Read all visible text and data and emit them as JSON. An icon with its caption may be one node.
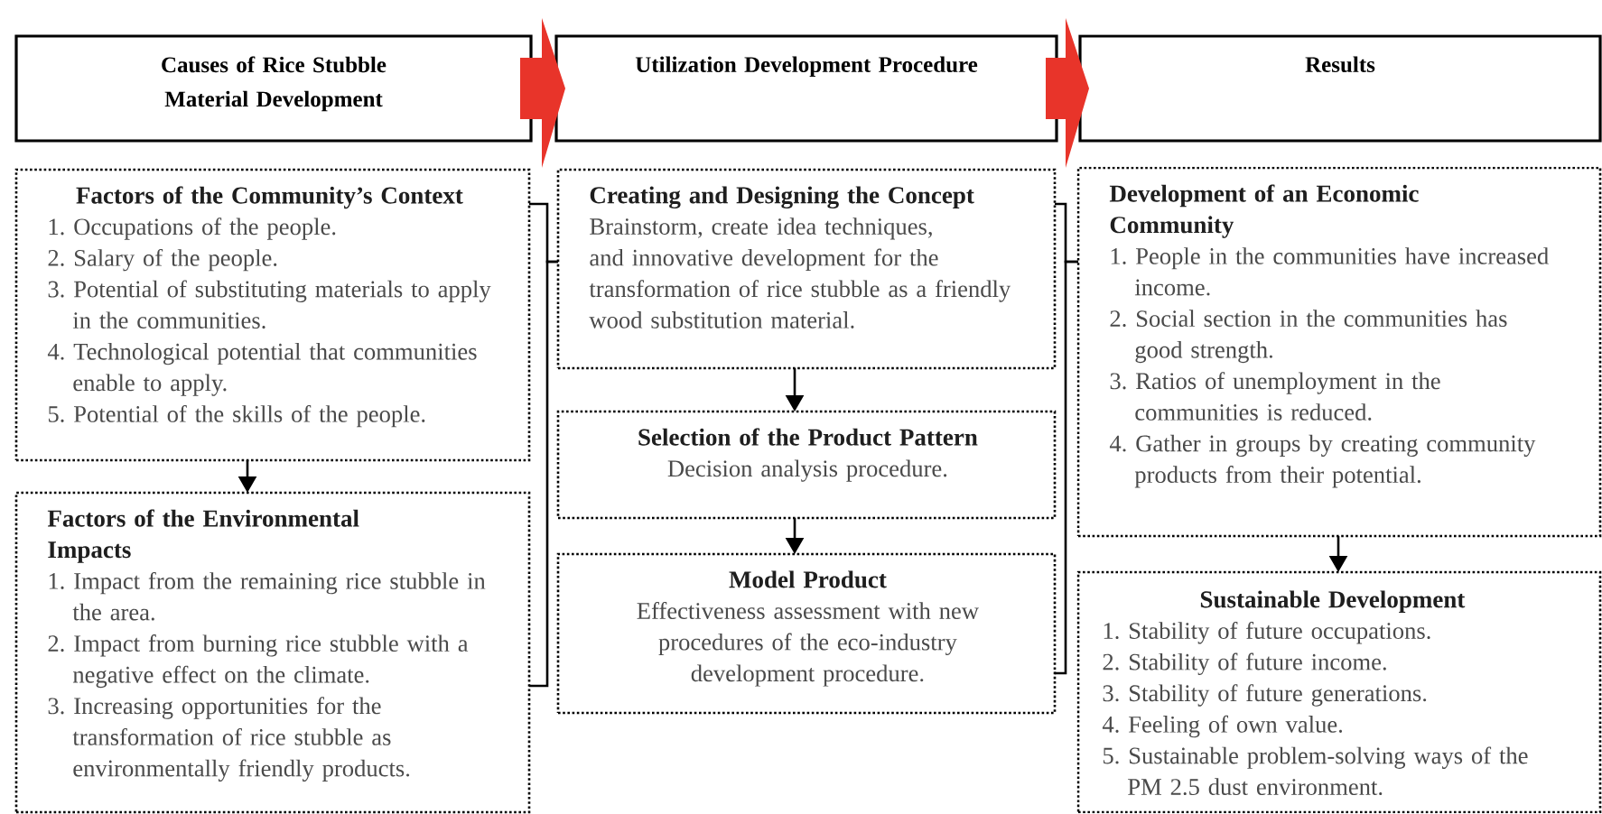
{
  "diagram": {
    "nodes": [
      {
        "text": [
          "Causes of Rice Stubble Material Development"
        ]
      },
      {
        "text": [
          "Utilization Development Procedure"
        ]
      },
      {
        "text": [
          "Results"
        ]
      },
      {
        "text": [
          "Factors of the Community’s Context",
          "1. Occupations of the people.",
          "2. Salary of the people.",
          "3. Potential of substituting materials to apply in the communities.",
          "4. Technological potential that communities enable to apply.",
          "5. Potential of the skills of the people."
        ]
      },
      {
        "text": [
          "Factors of the Environmental Impacts",
          "1. Impact from the remaining rice stubble in the area.",
          "2. Impact from burning rice stubble with a negative effect on the climate.",
          "3. Increasing opportunities for the transformation of rice stubble as environmentally friendly products."
        ]
      },
      {
        "text": [
          "Creating and Designing the Concept",
          "Brainstorm, create idea techniques, and innovative development for the transformation of rice stubble as a friendly wood substitution material."
        ]
      },
      {
        "text": [
          "Selection of the Product Pattern",
          "Decision analysis procedure."
        ]
      },
      {
        "text": [
          "Model Product",
          "Effectiveness assessment with new procedures of the eco-industry development procedure."
        ]
      },
      {
        "text": [
          "Development of an Economic Community",
          "1. People in the communities have increased income.",
          "2. Social section in the communities has good strength.",
          "3. Ratios of unemployment in the communities is reduced.",
          "4. Gather in groups by creating community products from their potential."
        ]
      },
      {
        "text": [
          "Sustainable Development",
          "1. Stability of future occupations.",
          "2. Stability of future income.",
          "3. Stability of future generations.",
          "4. Feeling of own value.",
          "5. Sustainable problem-solving ways of the PM 2.5 dust environment."
        ]
      }
    ],
    "edges": [
      {
        "from": 0,
        "to": 1,
        "arrow": "to",
        "style": "thick",
        "color": "#e8342a"
      },
      {
        "from": 1,
        "to": 2,
        "arrow": "to",
        "style": "thick",
        "color": "#e8342a"
      },
      {
        "from": 3,
        "to": 4,
        "arrow": "to"
      },
      {
        "from": 5,
        "to": 6,
        "arrow": "to"
      },
      {
        "from": 6,
        "to": 7,
        "arrow": "to"
      },
      {
        "from": 8,
        "to": 9,
        "arrow": "to"
      },
      {
        "from": 3,
        "to": 5,
        "arrow": "none"
      },
      {
        "from": 4,
        "to": 5,
        "arrow": "none"
      },
      {
        "from": 5,
        "to": 8,
        "arrow": "none"
      },
      {
        "from": 7,
        "to": 8,
        "arrow": "none"
      }
    ]
  }
}
